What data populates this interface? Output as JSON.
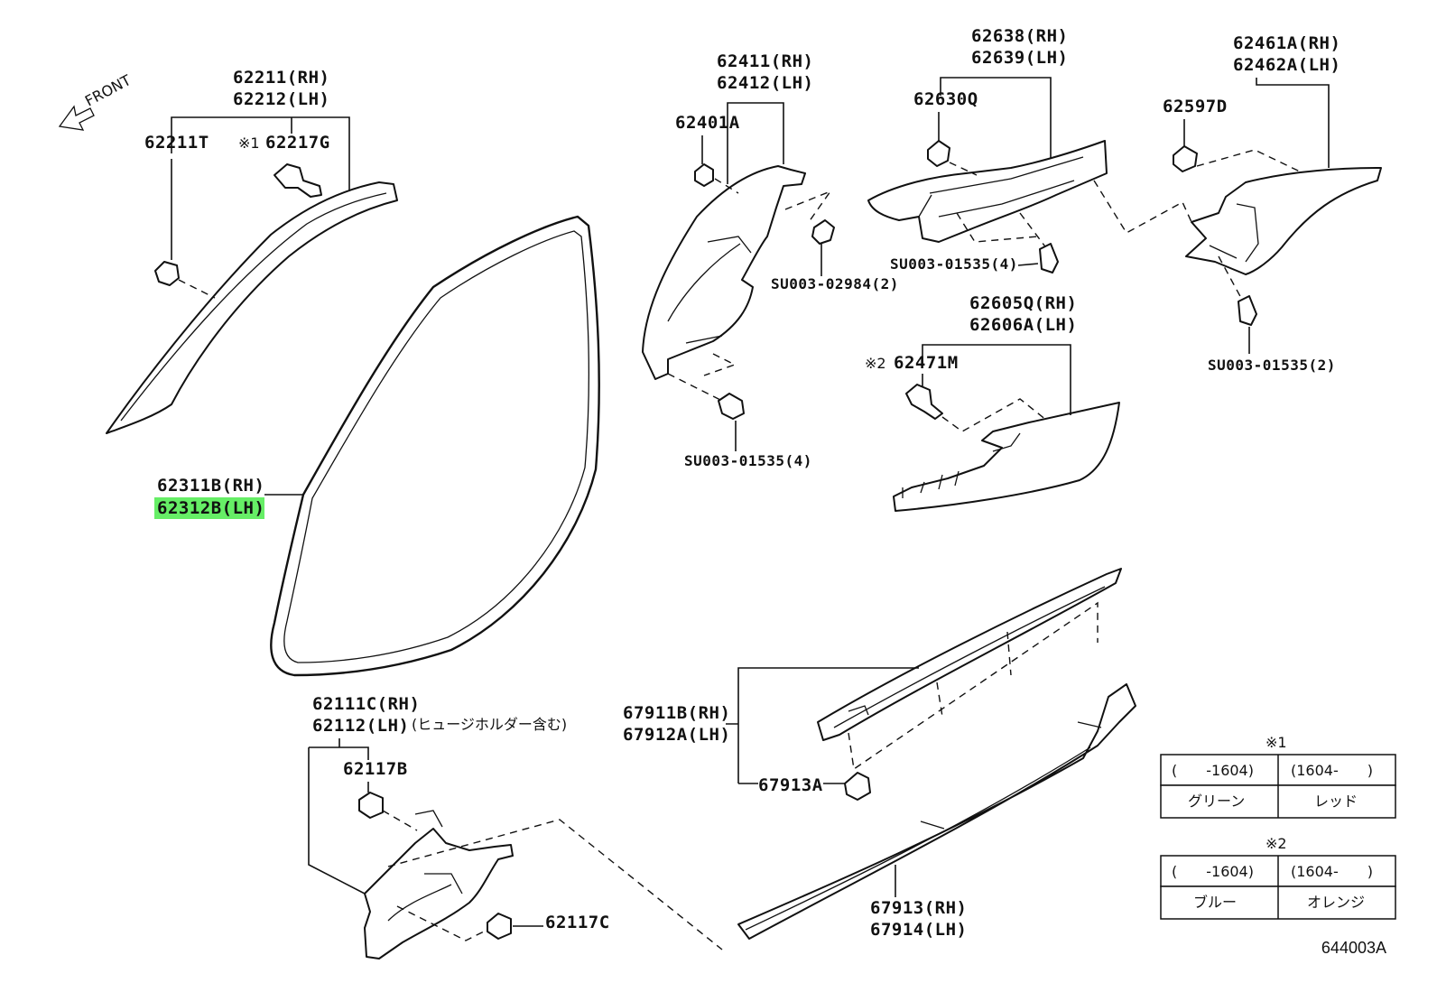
{
  "front_label": "FRONT",
  "labels": {
    "l62211": "62211(RH)",
    "l62212": "62212(LH)",
    "l62211t": "62211T",
    "l62217g_mark": "※1",
    "l62217g": "62217G",
    "l62311b": "62311B(RH)",
    "l62312b": "62312B(LH)",
    "l62411": "62411(RH)",
    "l62412": "62412(LH)",
    "l62401a": "62401A",
    "su02984": "SU003-02984(2)",
    "su01535_mid": "SU003-01535(4)",
    "l62638": "62638(RH)",
    "l62639": "62639(LH)",
    "l62630q": "62630Q",
    "su01535_top": "SU003-01535(4)",
    "l62461a": "62461A(RH)",
    "l62462a": "62462A(LH)",
    "l62597d": "62597D",
    "su01535_right": "SU003-01535(2)",
    "l62605q": "62605Q(RH)",
    "l62606a": "62606A(LH)",
    "l62471m_mark": "※2",
    "l62471m": "62471M",
    "l62111c": "62111C(RH)",
    "l62112": "62112(LH)",
    "l62112_note": "(ヒュージホルダー含む)",
    "l62117b": "62117B",
    "l62117c": "62117C",
    "l67911b": "67911B(RH)",
    "l67912a": "67912A(LH)",
    "l67913a": "67913A",
    "l67913": "67913(RH)",
    "l67914": "67914(LH)"
  },
  "tables": [
    {
      "mark": "※1",
      "header": [
        "(　　-1604)",
        "(1604-　　)"
      ],
      "values": [
        "グリーン",
        "レッド"
      ]
    },
    {
      "mark": "※2",
      "header": [
        "(　　-1604)",
        "(1604-　　)"
      ],
      "values": [
        "ブルー",
        "オレンジ"
      ]
    }
  ],
  "highlight_color": "#66ee66",
  "footer": "644003A"
}
